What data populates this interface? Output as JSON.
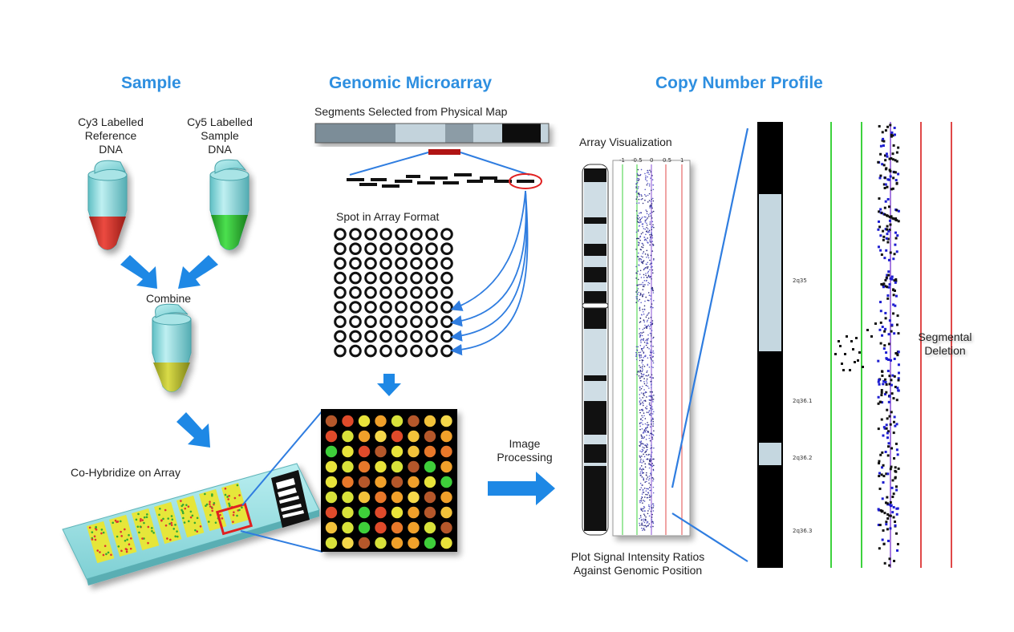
{
  "headers": {
    "sample": "Sample",
    "microarray": "Genomic Microarray",
    "profile": "Copy Number Profile"
  },
  "labels": {
    "cy3_line1": "Cy3 Labelled",
    "cy3_line2": "Reference",
    "cy3_line3": "DNA",
    "cy5_line1": "Cy5 Labelled",
    "cy5_line2": "Sample",
    "cy5_line3": "DNA",
    "combine": "Combine",
    "cohybridize": "Co-Hybridize on Array",
    "segments": "Segments Selected from Physical Map",
    "spot_format": "Spot in Array Format",
    "image_processing_1": "Image",
    "image_processing_2": "Processing",
    "array_visualization": "Array Visualization",
    "plot_1": "Plot Signal Intensity Ratios",
    "plot_2": "Against Genomic Position",
    "segmental_1": "Segmental",
    "segmental_2": "Deletion"
  },
  "axis_ticks": [
    "-1",
    "-0.5",
    "0",
    "0.5",
    "1"
  ],
  "band_labels": [
    "2q35",
    "2q36.1",
    "2q36.2",
    "2q36.3"
  ],
  "colors": {
    "header_blue": "#2e8fe0",
    "arrow_blue": "#1e88e5",
    "connector_blue": "#2f7de0",
    "tube_cyan": "#7fd3d6",
    "cy3_red": "#d9332b",
    "cy5_green": "#35c23a",
    "mix_yellow": "#c9c93a",
    "green_line": "#3dd23d",
    "red_line": "#e04848",
    "purple_line": "#8a4fd6"
  }
}
